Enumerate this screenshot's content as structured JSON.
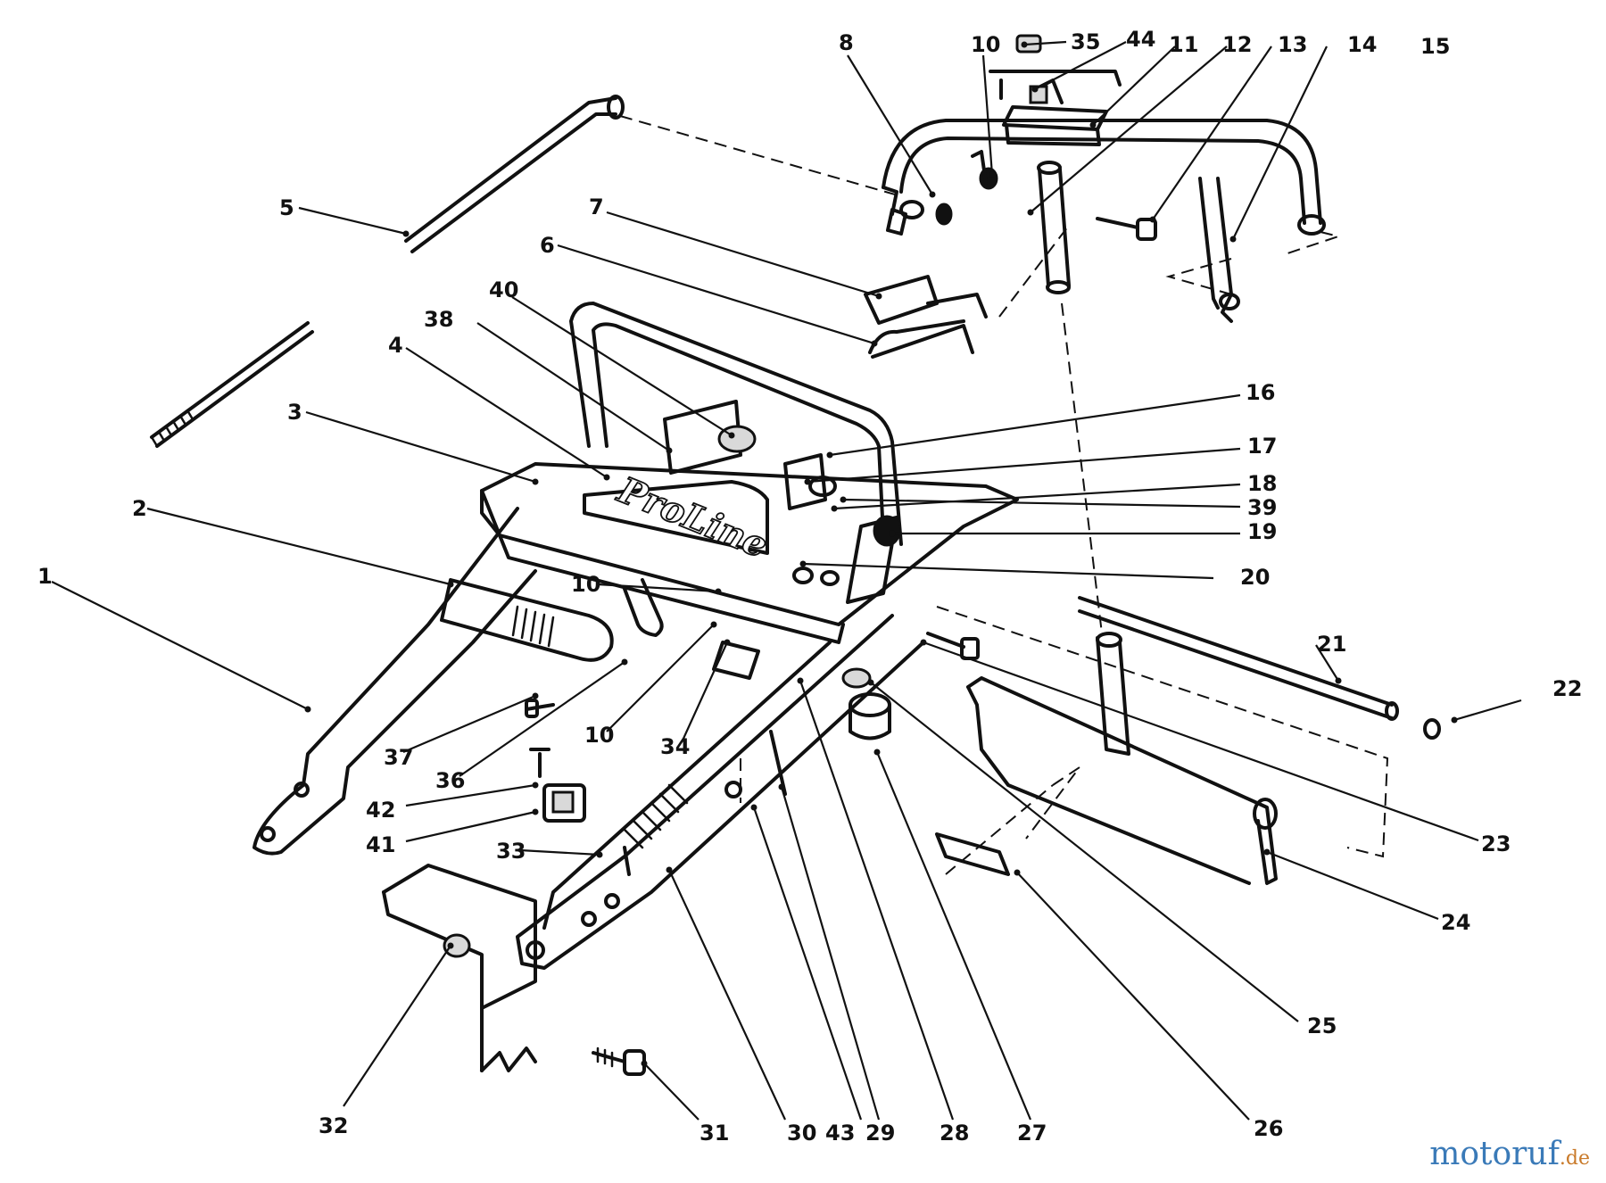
{
  "diagram": {
    "logo_text": "ProLine",
    "callouts": [
      {
        "id": "1",
        "label": "1"
      },
      {
        "id": "2",
        "label": "2"
      },
      {
        "id": "3",
        "label": "3"
      },
      {
        "id": "4",
        "label": "4"
      },
      {
        "id": "5",
        "label": "5"
      },
      {
        "id": "6",
        "label": "6"
      },
      {
        "id": "7",
        "label": "7"
      },
      {
        "id": "8",
        "label": "8"
      },
      {
        "id": "10a",
        "label": "10"
      },
      {
        "id": "35",
        "label": "35"
      },
      {
        "id": "44",
        "label": "44"
      },
      {
        "id": "11",
        "label": "11"
      },
      {
        "id": "12",
        "label": "12"
      },
      {
        "id": "13",
        "label": "13"
      },
      {
        "id": "14",
        "label": "14"
      },
      {
        "id": "15",
        "label": "15"
      },
      {
        "id": "40",
        "label": "40"
      },
      {
        "id": "38",
        "label": "38"
      },
      {
        "id": "16",
        "label": "16"
      },
      {
        "id": "17",
        "label": "17"
      },
      {
        "id": "18",
        "label": "18"
      },
      {
        "id": "39",
        "label": "39"
      },
      {
        "id": "19",
        "label": "19"
      },
      {
        "id": "20",
        "label": "20"
      },
      {
        "id": "10b",
        "label": "10"
      },
      {
        "id": "21",
        "label": "21"
      },
      {
        "id": "22",
        "label": "22"
      },
      {
        "id": "23",
        "label": "23"
      },
      {
        "id": "24",
        "label": "24"
      },
      {
        "id": "37",
        "label": "37"
      },
      {
        "id": "36",
        "label": "36"
      },
      {
        "id": "10c",
        "label": "10"
      },
      {
        "id": "34",
        "label": "34"
      },
      {
        "id": "42",
        "label": "42"
      },
      {
        "id": "41",
        "label": "41"
      },
      {
        "id": "33",
        "label": "33"
      },
      {
        "id": "32",
        "label": "32"
      },
      {
        "id": "31",
        "label": "31"
      },
      {
        "id": "30",
        "label": "30"
      },
      {
        "id": "43",
        "label": "43"
      },
      {
        "id": "29",
        "label": "29"
      },
      {
        "id": "28",
        "label": "28"
      },
      {
        "id": "27",
        "label": "27"
      },
      {
        "id": "26",
        "label": "26"
      },
      {
        "id": "25",
        "label": "25"
      }
    ]
  },
  "watermark": {
    "name": "motoruf",
    "suffix": ".de"
  }
}
